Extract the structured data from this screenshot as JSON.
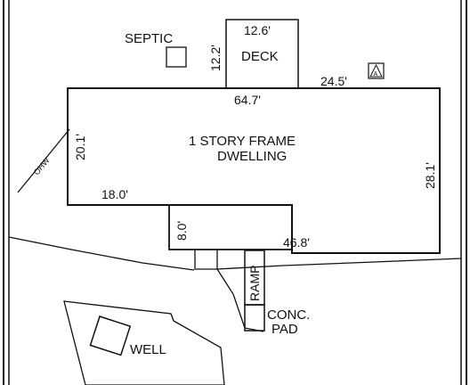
{
  "labels": {
    "septic": "SEPTIC",
    "deck": "DECK",
    "dwelling_line1": "1 STORY FRAME",
    "dwelling_line2": "DWELLING",
    "ramp": "RAMP",
    "conc_line1": "CONC.",
    "conc_line2": "PAD",
    "well": "WELL",
    "ohw": "OHW",
    "marker": "A"
  },
  "dimensions": {
    "deck_width": "12.6'",
    "deck_depth": "12.2'",
    "setback": "24.5'",
    "front": "64.7'",
    "left_side": "20.1'",
    "right_side": "28.1'",
    "offset_left": "18.0'",
    "offset_depth": "8.0'",
    "rear": "46.8'"
  },
  "colors": {
    "ink": "#111111",
    "paper": "#ffffff"
  }
}
